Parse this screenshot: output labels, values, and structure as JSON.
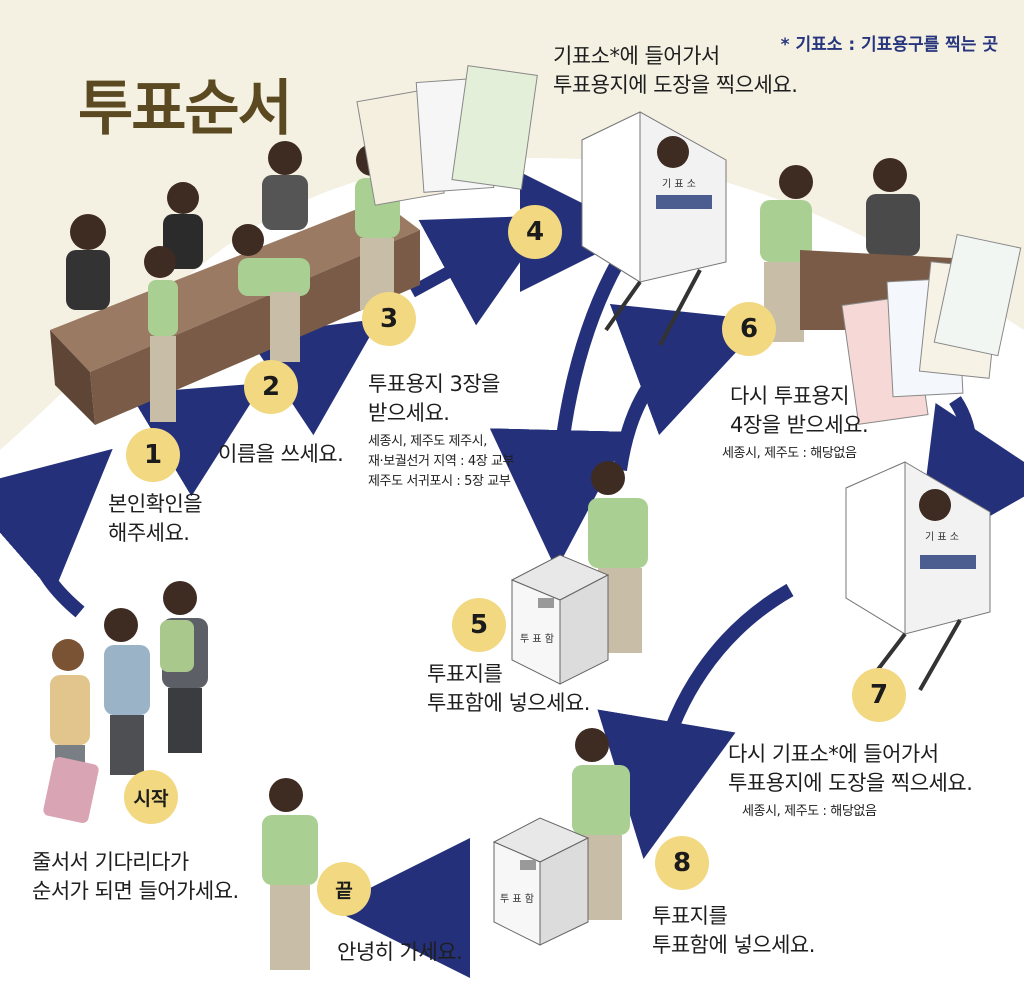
{
  "title": "투표순서",
  "footnote": "* 기표소 : 기표용구를 찍는 곳",
  "steps": {
    "start": {
      "badge": "시작",
      "text": "줄서서 기다리다가\n순서가 되면 들어가세요."
    },
    "s1": {
      "badge": "1",
      "text": "본인확인을\n해주세요."
    },
    "s2": {
      "badge": "2",
      "text": "이름을 쓰세요."
    },
    "s3": {
      "badge": "3",
      "text": "투표용지 3장을\n받으세요.",
      "sub": "세종시, 제주도 제주시,\n재·보궐선거 지역 : 4장 교부\n제주도 서귀포시 : 5장 교부"
    },
    "s4": {
      "badge": "4",
      "text": "기표소*에 들어가서\n투표용지에 도장을 찍으세요."
    },
    "s5": {
      "badge": "5",
      "text": "투표지를\n투표함에 넣으세요."
    },
    "s6": {
      "badge": "6",
      "text": "다시 투표용지\n4장을 받으세요.",
      "sub": "세종시, 제주도 : 해당없음"
    },
    "s7": {
      "badge": "7",
      "text": "다시 기표소*에 들어가서\n투표용지에 도장을 찍으세요.",
      "sub": "세종시, 제주도 : 해당없음"
    },
    "s8": {
      "badge": "8",
      "text": "투표지를\n투표함에 넣으세요."
    },
    "end": {
      "badge": "끝",
      "text": "안녕히 가세요."
    }
  },
  "booth_label": "기 표 소",
  "box_label": "투 표 함",
  "colors": {
    "arrow": "#24307a",
    "badge": "#f1d881",
    "title": "#5b4a21",
    "note": "#27357d",
    "cream": "#f4f1e3",
    "sweater": "#a9cf93"
  }
}
